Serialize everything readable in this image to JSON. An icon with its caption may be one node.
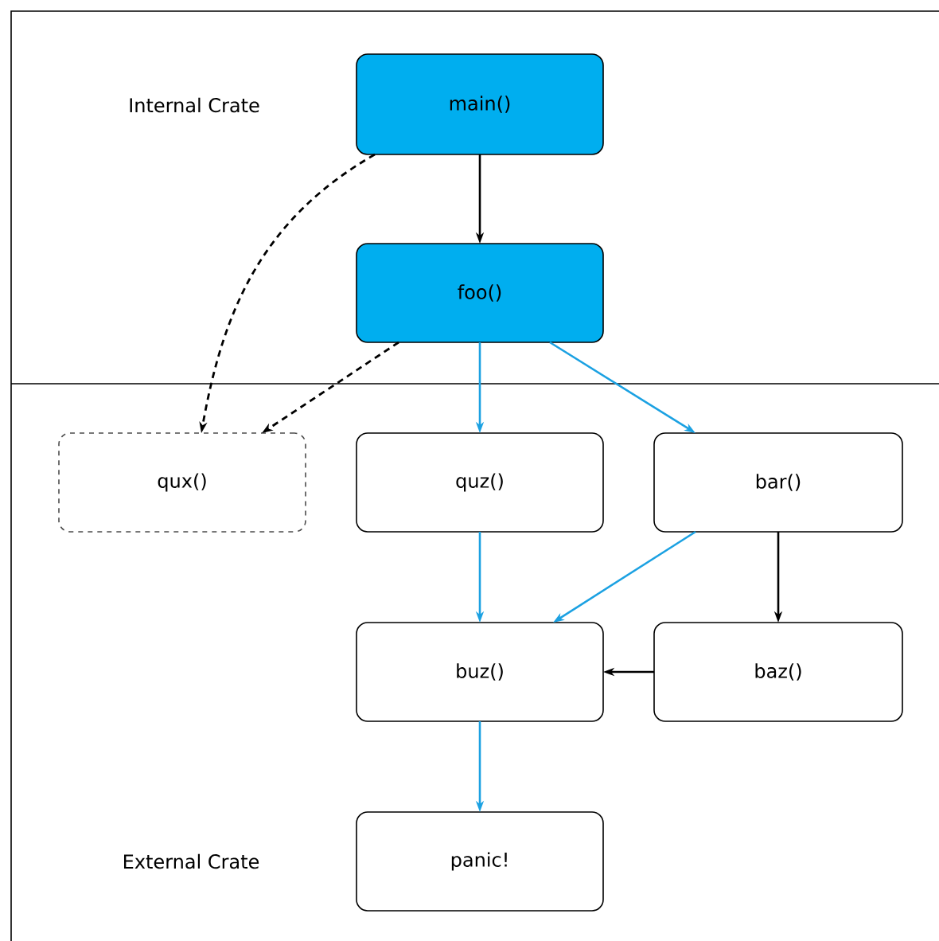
{
  "diagram": {
    "nodes": [
      {
        "text": [
          "main()"
        ]
      },
      {
        "text": [
          "foo()"
        ]
      },
      {
        "text": [
          "qux()"
        ]
      },
      {
        "text": [
          "quz()"
        ]
      },
      {
        "text": [
          "bar()"
        ]
      },
      {
        "text": [
          "buz()"
        ]
      },
      {
        "text": [
          "baz()"
        ]
      },
      {
        "text": [
          "panic!"
        ]
      }
    ],
    "edges": [
      {
        "from": 0,
        "to": 1,
        "arrow": "to"
      },
      {
        "from": 0,
        "to": 2,
        "arrow": "to",
        "style": "dashed"
      },
      {
        "from": 1,
        "to": 2,
        "arrow": "to",
        "style": "dashed"
      },
      {
        "from": 1,
        "to": 3,
        "arrow": "to",
        "color": "#1ba1e2"
      },
      {
        "from": 1,
        "to": 4,
        "arrow": "to",
        "color": "#1ba1e2"
      },
      {
        "from": 3,
        "to": 5,
        "arrow": "to",
        "color": "#1ba1e2"
      },
      {
        "from": 4,
        "to": 5,
        "arrow": "to",
        "color": "#1ba1e2"
      },
      {
        "from": 4,
        "to": 6,
        "arrow": "to"
      },
      {
        "from": 6,
        "to": 5,
        "arrow": "to"
      },
      {
        "from": 5,
        "to": 7,
        "arrow": "to",
        "color": "#1ba1e2"
      }
    ],
    "labels": [
      "Internal Crate",
      "External Crate"
    ]
  }
}
